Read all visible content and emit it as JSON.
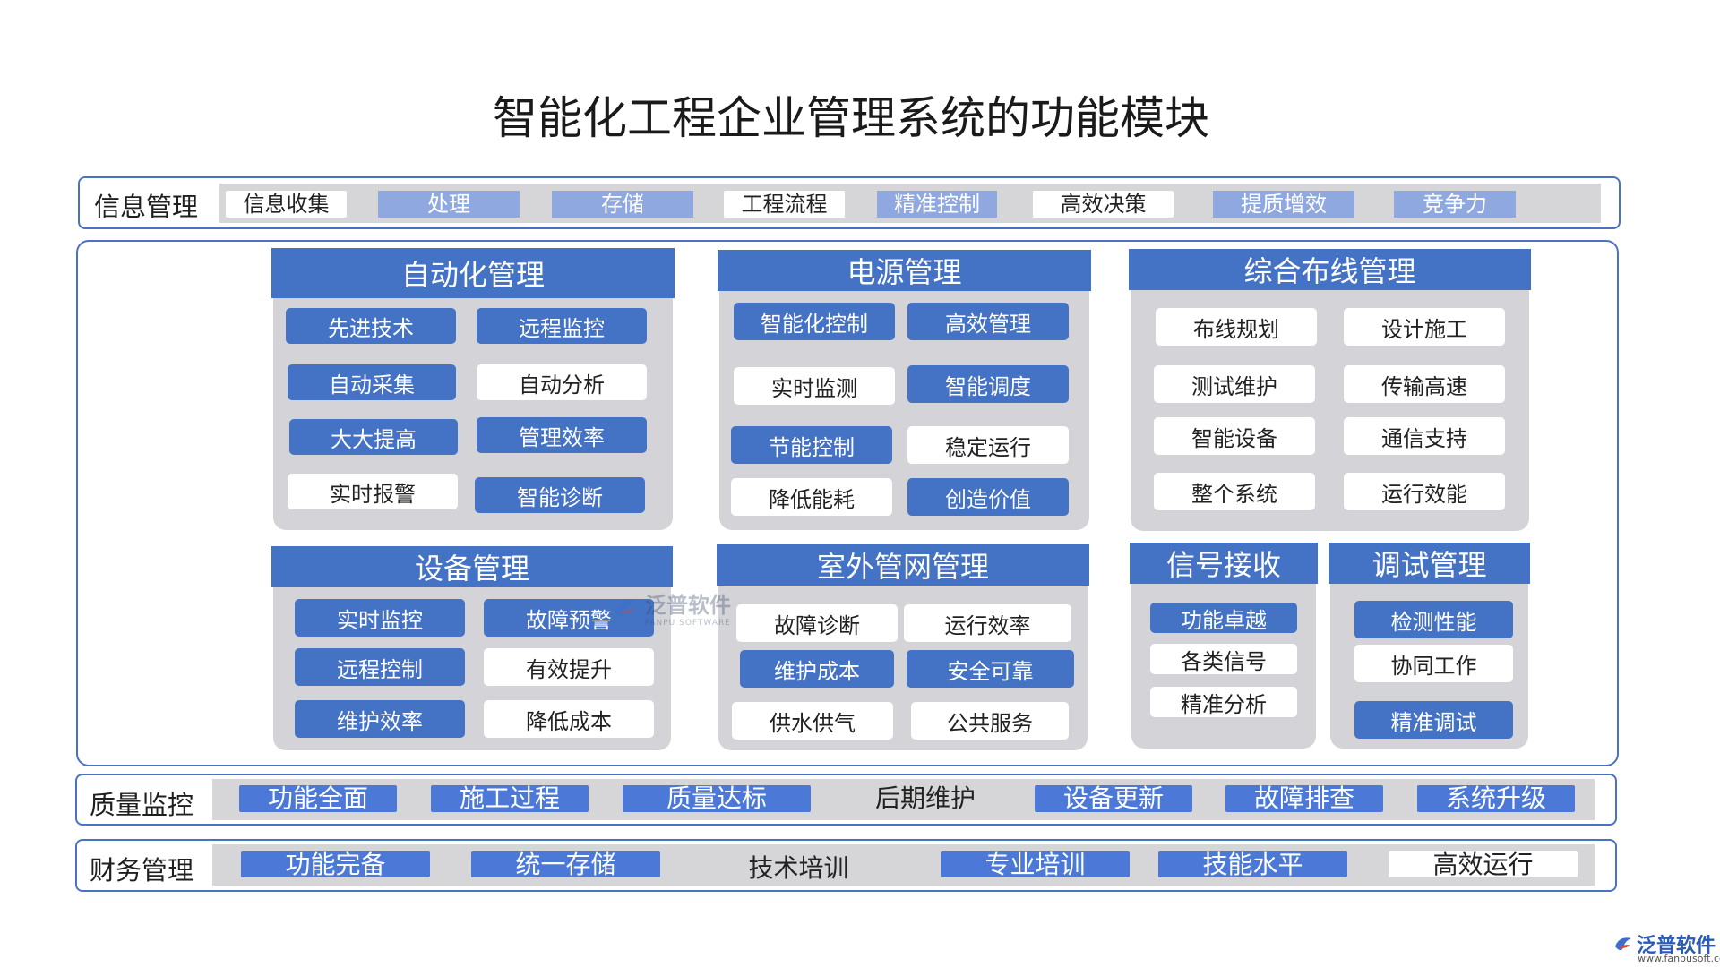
{
  "title": "智能化工程企业管理系统的功能模块",
  "info_row": {
    "label": "信息管理",
    "items": [
      "信息收集",
      "处理",
      "存储",
      "工程流程",
      "精准控制",
      "高效决策",
      "提质增效",
      "竞争力"
    ]
  },
  "modules": {
    "auto": {
      "title": "自动化管理",
      "items": [
        "先进技术",
        "远程监控",
        "自动采集",
        "自动分析",
        "大大提高",
        "管理效率",
        "实时报警",
        "智能诊断"
      ]
    },
    "power": {
      "title": "电源管理",
      "items": [
        "智能化控制",
        "高效管理",
        "实时监测",
        "智能调度",
        "节能控制",
        "稳定运行",
        "降低能耗",
        "创造价值"
      ]
    },
    "wiring": {
      "title": "综合布线管理",
      "items": [
        "布线规划",
        "设计施工",
        "测试维护",
        "传输高速",
        "智能设备",
        "通信支持",
        "整个系统",
        "运行效能"
      ]
    },
    "equipment": {
      "title": "设备管理",
      "items": [
        "实时监控",
        "故障预警",
        "远程控制",
        "有效提升",
        "维护效率",
        "降低成本"
      ]
    },
    "outdoor": {
      "title": "室外管网管理",
      "items": [
        "故障诊断",
        "运行效率",
        "维护成本",
        "安全可靠",
        "供水供气",
        "公共服务"
      ]
    },
    "signal": {
      "title": "信号接收",
      "items": [
        "功能卓越",
        "各类信号",
        "精准分析"
      ]
    },
    "debug": {
      "title": "调试管理",
      "items": [
        "检测性能",
        "协同工作",
        "精准调试"
      ]
    }
  },
  "quality_row": {
    "label": "质量监控",
    "items": [
      "功能全面",
      "施工过程",
      "质量达标",
      "后期维护",
      "设备更新",
      "故障排查",
      "系统升级"
    ]
  },
  "finance_row": {
    "label": "财务管理",
    "items": [
      "功能完备",
      "统一存储",
      "技术培训",
      "专业培训",
      "技能水平",
      "高效运行"
    ]
  },
  "watermark": {
    "brand": "泛普软件",
    "brand_en": "FANPU SOFTWARE",
    "url": "www.fanpusoft.com"
  },
  "colors": {
    "accent": "#4472c4",
    "frame": "#4a72c4",
    "panel": "#d4d4d8"
  }
}
